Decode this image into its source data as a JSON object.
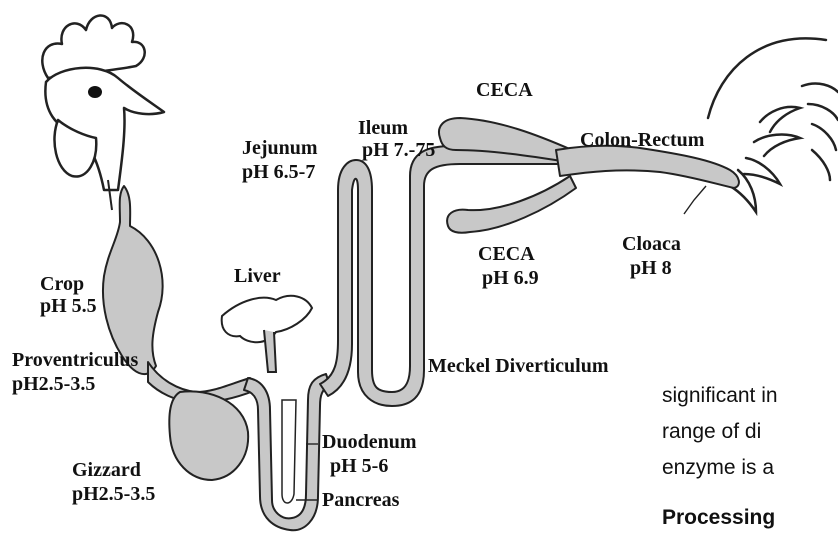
{
  "labels": {
    "crop": "Crop",
    "crop_ph": "pH 5.5",
    "proventriculus": "Proventriculus",
    "proventriculus_ph": "pH2.5-3.5",
    "gizzard": "Gizzard",
    "gizzard_ph": "pH2.5-3.5",
    "liver": "Liver",
    "jejunum": "Jejunum",
    "jejunum_ph": "pH 6.5-7",
    "ileum": "Ileum",
    "ileum_ph": "pH 7.-75",
    "ceca_top": "CECA",
    "ceca_bottom": "CECA",
    "ceca_bottom_ph": "pH 6.9",
    "colon_rectum": "Colon-Rectum",
    "cloaca": "Cloaca",
    "cloaca_ph": "pH 8",
    "meckel": "Meckel Diverticulum",
    "duodenum": "Duodenum",
    "duodenum_ph": "pH 5-6",
    "pancreas": "Pancreas"
  },
  "side_text": {
    "line1": "significant in",
    "line2": "range of di",
    "line3": "enzyme is a",
    "line4": "Processing"
  },
  "colors": {
    "tract_fill": "#c8c8c8",
    "outline": "#222222",
    "background": "#ffffff"
  }
}
